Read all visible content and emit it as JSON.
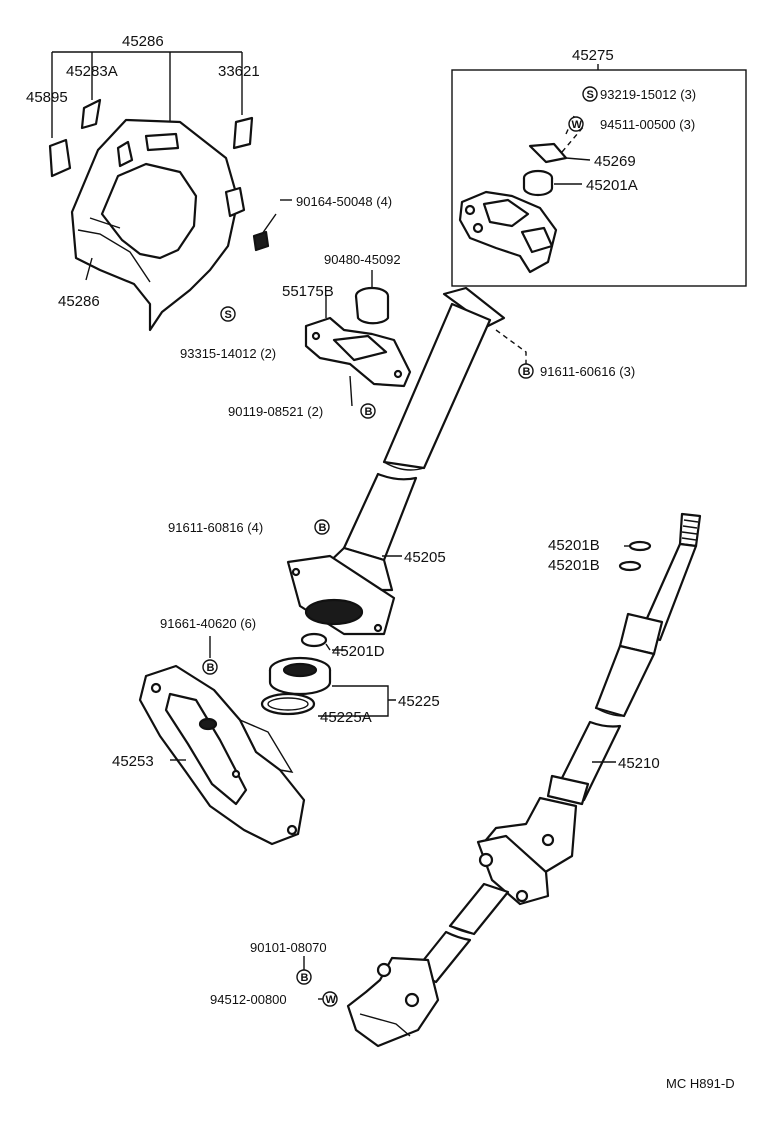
{
  "diagram": {
    "labels": {
      "p45286_top": "45286",
      "p45283A": "45283A",
      "p33621": "33621",
      "p45895": "45895",
      "p45286_bottom": "45286",
      "p90164": "90164-50048 (4)",
      "p90480": "90480-45092",
      "p55175B": "55175B",
      "p93315": "93315-14012 (2)",
      "p90119": "90119-08521 (2)",
      "p45275": "45275",
      "p93219": "93219-15012 (3)",
      "p94511": "94511-00500 (3)",
      "p45269": "45269",
      "p45201A": "45201A",
      "p91611_606": "91611-60616 (3)",
      "p91611_608": "91611-60816 (4)",
      "p45205": "45205",
      "p45201B_1": "45201B",
      "p45201B_2": "45201B",
      "p91661": "91661-40620 (6)",
      "p45201D": "45201D",
      "p45225": "45225",
      "p45225A": "45225A",
      "p45253": "45253",
      "p45210": "45210",
      "p90101": "90101-08070",
      "p94512": "94512-00800",
      "code": "MC H891-D"
    },
    "symbols": {
      "s": "S",
      "w": "W",
      "b": "B"
    }
  }
}
